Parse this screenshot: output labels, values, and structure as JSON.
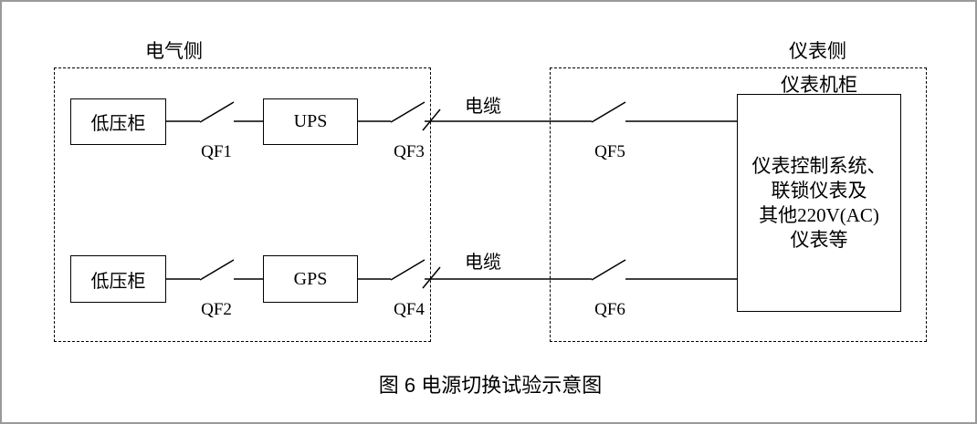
{
  "sections": {
    "electrical": {
      "label": "电气侧"
    },
    "instrument": {
      "label": "仪表侧",
      "cabinet_title": "仪表机柜",
      "cabinet_lines": [
        "仪表控制系统、",
        "联锁仪表及",
        "其他220V(AC)",
        "仪表等"
      ]
    }
  },
  "components": {
    "cabinet_top": "低压柜",
    "ups": "UPS",
    "cabinet_bottom": "低压柜",
    "gps": "GPS"
  },
  "breakers": {
    "qf1": "QF1",
    "qf2": "QF2",
    "qf3": "QF3",
    "qf4": "QF4",
    "qf5": "QF5",
    "qf6": "QF6"
  },
  "cables": {
    "top": "电缆",
    "bottom": "电缆"
  },
  "caption": "图 6 电源切换试验示意图",
  "colors": {
    "line": "#000000",
    "frame_border": "#9a9a9a",
    "background": "#ffffff"
  }
}
